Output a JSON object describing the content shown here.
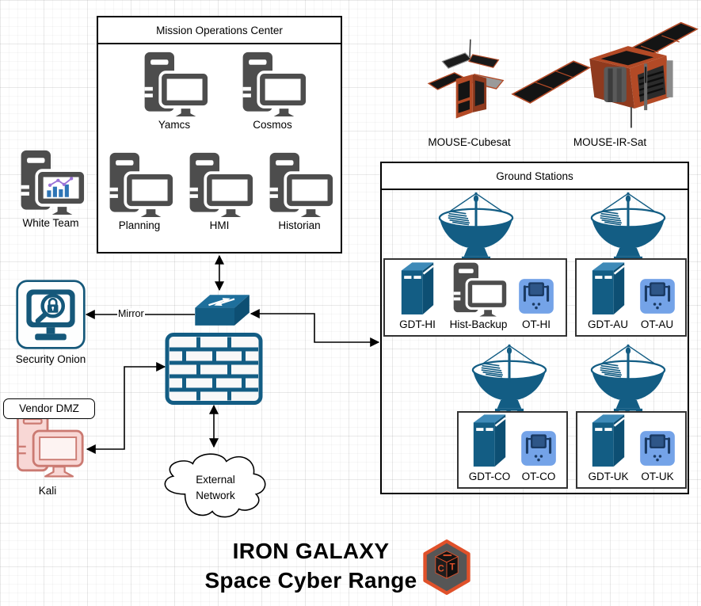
{
  "title": {
    "line1": "IRON GALAXY",
    "line2": "Space Cyber Range"
  },
  "moc": {
    "title": "Mission Operations Center",
    "nodes": [
      "Yamcs",
      "Cosmos",
      "Planning",
      "HMI",
      "Historian"
    ]
  },
  "left_rail": {
    "white_team": "White Team",
    "security_onion": "Security Onion",
    "vendor_dmz": "Vendor DMZ",
    "kali": "Kali"
  },
  "network": {
    "mirror": "Mirror",
    "external": "External Network"
  },
  "satellites": {
    "cubesat": "MOUSE-Cubesat",
    "irsat": "MOUSE-IR-Sat"
  },
  "ground_stations": {
    "title": "Ground Stations",
    "box_hi": [
      "GDT-HI",
      "Hist-Backup",
      "OT-HI"
    ],
    "box_au": [
      "GDT-AU",
      "OT-AU"
    ],
    "box_co": [
      "GDT-CO",
      "OT-CO"
    ],
    "box_uk": [
      "GDT-UK",
      "OT-UK"
    ]
  },
  "icons": {
    "workstation": "tower-pc-with-monitor",
    "white_team_monitor": "bar-chart-on-monitor",
    "security_onion": "magnifier-with-padlock-monitor",
    "switch": "network-switch-3d",
    "firewall": "brick-wall",
    "cloud": "network-cloud",
    "dish": "satellite-ground-dish",
    "server": "server-tower-3d",
    "ot": "ot-plc-device",
    "logo": "hex-cube-badge"
  },
  "colors": {
    "teal": "#135d84",
    "teal_dark": "#0d4f73",
    "teal_light": "#2e7fad",
    "icon_gray": "#4d4d4d",
    "kali_fill": "#f8d7d5",
    "kali_stroke": "#cb7a72",
    "ot_fill": "#74a3e8",
    "ot_dark": "#1a3a63",
    "chart_bar_blue": "#2e75b6",
    "chart_line_purple": "#9b74d8",
    "sat_orange": "#b34a26",
    "logo_orange": "#e0512a"
  }
}
